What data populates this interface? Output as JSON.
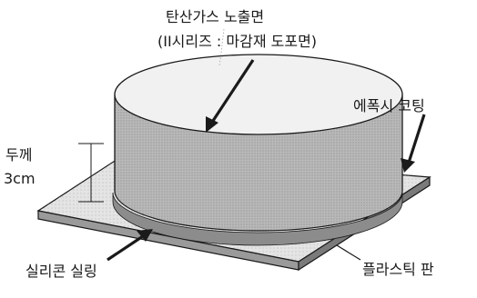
{
  "labels": {
    "exposed_surface": "탄산가스 노출면",
    "series_note": "(II시리즈 : 마감재 도포면)",
    "epoxy_coating": "에폭시 코팅",
    "thickness_label": "두께",
    "thickness_value": "3cm",
    "silicone_sealing": "실리콘 실링",
    "plastic_plate": "플라스틱 판"
  },
  "colors": {
    "stroke": "#1a1a1a",
    "specimen_top": "#f1f1f1",
    "specimen_side": "#b9b9b9",
    "plate_top": "#e4e4e4",
    "plate_edge": "#9a9a9a",
    "sealant": "#8c8c8c"
  }
}
